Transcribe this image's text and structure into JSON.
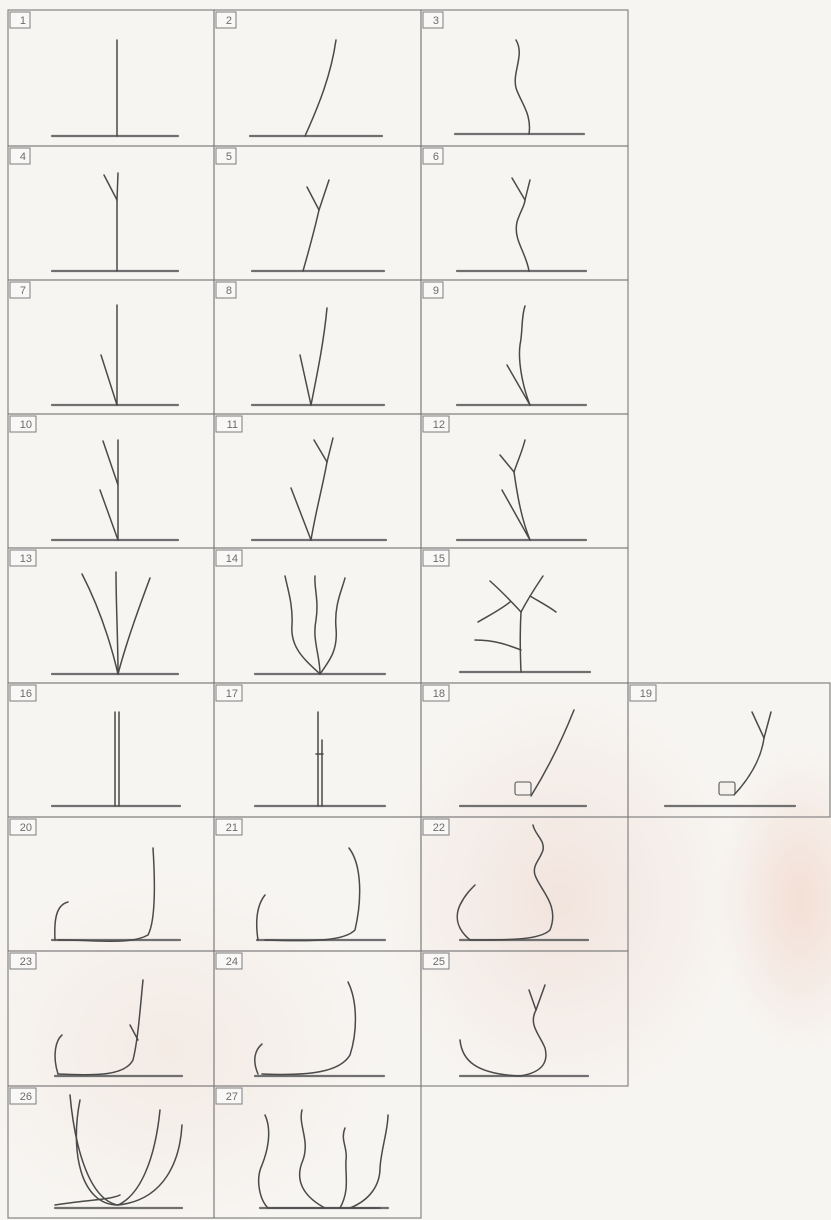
{
  "panels": [
    {
      "label": "1"
    },
    {
      "label": "2"
    },
    {
      "label": "3"
    },
    {
      "label": "4"
    },
    {
      "label": "5"
    },
    {
      "label": "6"
    },
    {
      "label": "7"
    },
    {
      "label": "8"
    },
    {
      "label": "9"
    },
    {
      "label": "10"
    },
    {
      "label": "11"
    },
    {
      "label": "12"
    },
    {
      "label": "13"
    },
    {
      "label": "14"
    },
    {
      "label": "15"
    },
    {
      "label": "16"
    },
    {
      "label": "17"
    },
    {
      "label": "18"
    },
    {
      "label": "19"
    },
    {
      "label": "20"
    },
    {
      "label": "21"
    },
    {
      "label": "22"
    },
    {
      "label": "23"
    },
    {
      "label": "24"
    },
    {
      "label": "25"
    },
    {
      "label": "26"
    },
    {
      "label": "27"
    }
  ],
  "colors": {
    "line": "#4a4a4a",
    "border": "#7a7a7a",
    "ground": "#707070",
    "stain": "#eed6cc"
  }
}
